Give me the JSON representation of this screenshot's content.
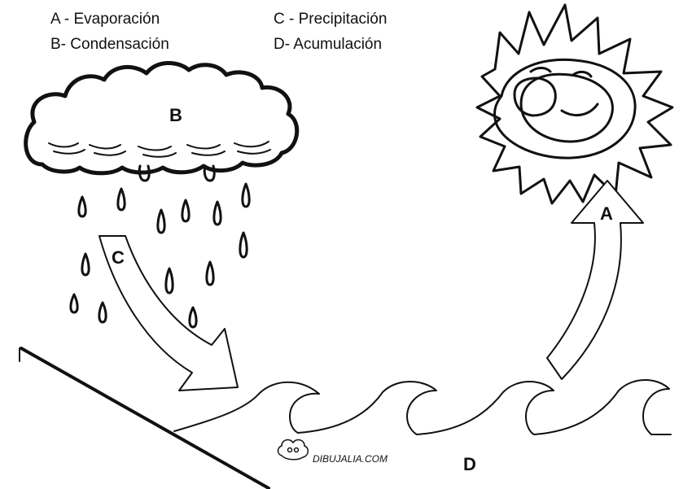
{
  "legend": {
    "a": "A - Evaporación",
    "b": "B- Condensación",
    "c": "C - Precipitación",
    "d": "D- Acumulación"
  },
  "labels": {
    "cloud": "B",
    "rain_arrow": "C",
    "evap_arrow": "A",
    "water": "D"
  },
  "watermark": {
    "text": "DIBUJALIA.COM"
  },
  "colors": {
    "ink": "#111111",
    "paper": "#ffffff"
  }
}
